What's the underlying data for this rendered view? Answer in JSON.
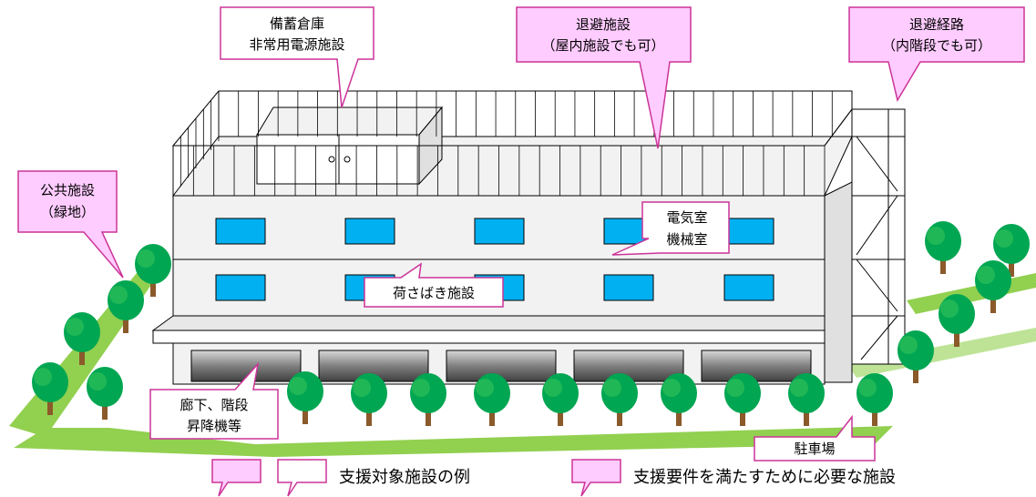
{
  "callouts": {
    "bichiku": {
      "line1": "備蓄倉庫",
      "line2": "非常用電源施設"
    },
    "hinan_shisetsu": {
      "line1": "退避施設",
      "line2": "（屋内施設でも可）"
    },
    "hinan_keiro": {
      "line1": "退避経路",
      "line2": "（内階段でも可）"
    },
    "kokyo": {
      "line1": "公共施設",
      "line2": "（緑地）"
    },
    "denki": {
      "line1": "電気室",
      "line2": "機械室"
    },
    "niyaki": {
      "line1": "荷さばき施設"
    },
    "roka": {
      "line1": "廊下、階段",
      "line2": "昇降機等"
    },
    "chusha": {
      "line1": "駐車場"
    }
  },
  "legend": {
    "white_label": "支援対象施設の例",
    "pink_label": "支援要件を満たすために必要な施設"
  },
  "colors": {
    "pink_fill": "#FFCCFF",
    "pink_border": "#CC3399",
    "blue_window": "#00B0F0",
    "grass": "#92D050",
    "tree": "#00A651",
    "trunk": "#8B5A2B"
  }
}
